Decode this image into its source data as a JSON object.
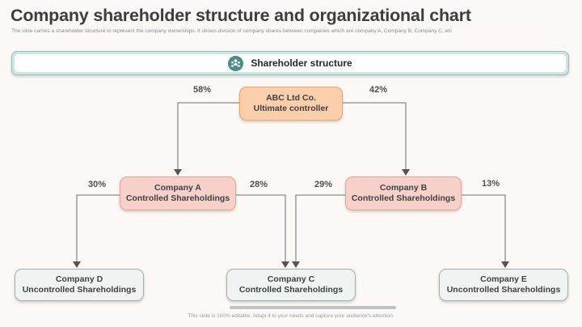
{
  "slide": {
    "title": "Company shareholder structure and organizational chart",
    "subtitle": "The slide carries a shareholder structure to represent the company ownerships. It shows division of company shares between companies which are company A, Company B, Company C, etc",
    "footer_note": "This slide is 100% editable. Adapt it to your needs and capture your audience's attention."
  },
  "banner": {
    "label": "Shareholder structure",
    "icon": "people-icon",
    "accent_color": "#4a8c8b",
    "fill_color": "#cfe5e3"
  },
  "diagram": {
    "nodes": [
      {
        "id": "abc-ltd",
        "line1": "ABC Ltd Co.",
        "line2": "Ultimate controller",
        "style": "peach",
        "fill": "#fbcfac",
        "border": "#eca36f"
      },
      {
        "id": "company-a",
        "line1": "Company A",
        "line2": "Controlled Shareholdings",
        "style": "pink",
        "fill": "#f8d0ca",
        "border": "#e8a29b"
      },
      {
        "id": "company-b",
        "line1": "Company B",
        "line2": "Controlled Shareholdings",
        "style": "pink",
        "fill": "#f8d0ca",
        "border": "#e8a29b"
      },
      {
        "id": "company-d",
        "line1": "Company D",
        "line2": "Uncontrolled Shareholdings",
        "style": "gray",
        "fill": "#eff4f3",
        "border": "#a3aeb0"
      },
      {
        "id": "company-c",
        "line1": "Company C",
        "line2": "Controlled Shareholdings",
        "style": "gray",
        "fill": "#eff4f3",
        "border": "#a3aeb0"
      },
      {
        "id": "company-e",
        "line1": "Company E",
        "line2": "Uncontrolled Shareholdings",
        "style": "gray",
        "fill": "#eff4f3",
        "border": "#a3aeb0"
      }
    ],
    "edges": [
      {
        "from": "abc-ltd",
        "to": "company-a",
        "label": "58%"
      },
      {
        "from": "abc-ltd",
        "to": "company-b",
        "label": "42%"
      },
      {
        "from": "company-a",
        "to": "company-d",
        "label": "30%"
      },
      {
        "from": "company-a",
        "to": "company-c",
        "label": "28%"
      },
      {
        "from": "company-b",
        "to": "company-c",
        "label": "29%"
      },
      {
        "from": "company-b",
        "to": "company-e",
        "label": "13%"
      }
    ],
    "connector_color": "#8a8a8a"
  }
}
